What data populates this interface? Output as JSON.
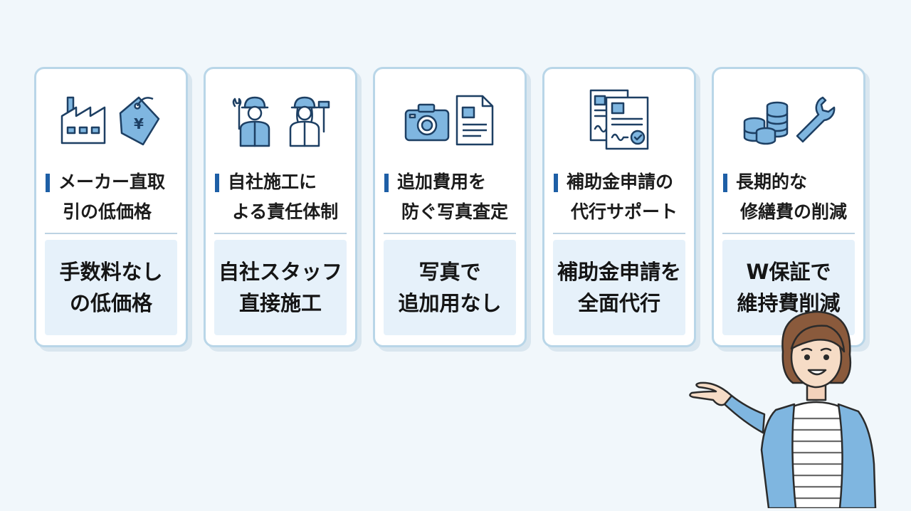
{
  "cards": [
    {
      "icon_names": [
        "factory-icon",
        "yen-price-tag-icon"
      ],
      "heading_lines": [
        "メーカー直取",
        "引の低価格"
      ],
      "summary_lines": [
        "手数料なし",
        "の低価格"
      ]
    },
    {
      "icon_names": [
        "male-worker-wrench-icon",
        "female-worker-hammer-icon"
      ],
      "heading_lines": [
        "自社施工に",
        "よる責任体制"
      ],
      "summary_lines": [
        "自社スタッフ",
        "直接施工"
      ]
    },
    {
      "icon_names": [
        "camera-icon",
        "document-icon"
      ],
      "heading_lines": [
        "追加費用を",
        "防ぐ写真査定"
      ],
      "summary_lines": [
        "写真で",
        "追加用なし"
      ]
    },
    {
      "icon_names": [
        "signed-documents-icon"
      ],
      "heading_lines": [
        "補助金申請の",
        "代行サポート"
      ],
      "summary_lines": [
        "補助金申請を",
        "全面代行"
      ]
    },
    {
      "icon_names": [
        "coin-stacks-icon",
        "wrench-icon"
      ],
      "heading_lines": [
        "長期的な",
        "修繕費の削減"
      ],
      "summary_lines": [
        "W保証で",
        "維持費削減"
      ]
    }
  ],
  "colors": {
    "background": "#f1f7fb",
    "card_border": "#b9d6e8",
    "accent_bar": "#1e5fa6",
    "summary_background": "#e6f1fa",
    "icon_fill": "#7fb6e0",
    "icon_stroke": "#1d3f63"
  },
  "illustration": {
    "icon_name": "presenter-woman-icon"
  }
}
